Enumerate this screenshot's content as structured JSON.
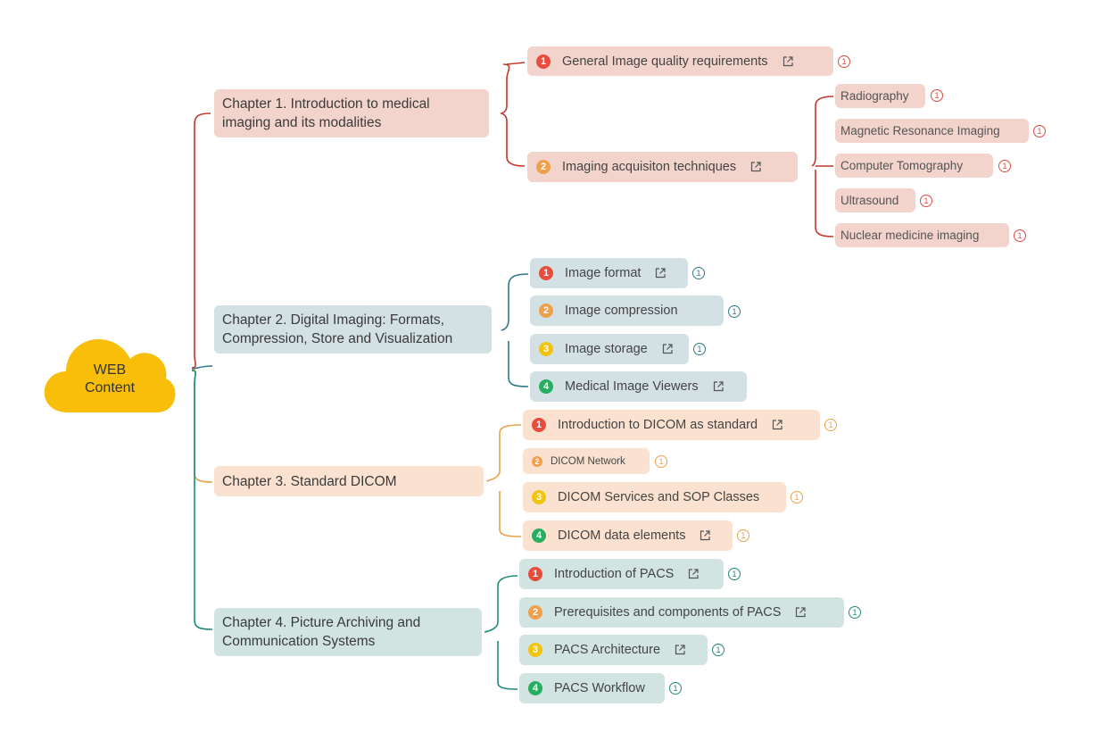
{
  "root": {
    "label_line1": "WEB",
    "label_line2": "Content",
    "color": "#f9be0a"
  },
  "colors": {
    "branch_red": "#c0392b",
    "branch_blue": "#2f7a8a",
    "branch_peach": "#e8a34a",
    "branch_teal": "#1f8a78",
    "badge_1": "#e74c3c",
    "badge_2": "#f0a04b",
    "badge_3": "#f1c40f",
    "badge_4": "#27ae60"
  },
  "chapters": [
    {
      "label": "Chapter 1. Introduction to medical imaging and its modalities",
      "topics": [
        {
          "num": "1",
          "label": "General Image quality requirements",
          "link": true,
          "info": "1"
        },
        {
          "num": "2",
          "label": "Imaging acquisiton techniques",
          "link": true,
          "info": "",
          "subs": [
            {
              "label": "Radiography",
              "info": "1"
            },
            {
              "label": "Magnetic Resonance Imaging",
              "info": "1"
            },
            {
              "label": "Computer Tomography",
              "info": "1"
            },
            {
              "label": "Ultrasound",
              "info": "1"
            },
            {
              "label": "Nuclear medicine imaging",
              "info": "1"
            }
          ]
        }
      ]
    },
    {
      "label": "Chapter 2. Digital Imaging: Formats, Compression, Store and Visualization",
      "topics": [
        {
          "num": "1",
          "label": "Image format",
          "link": true,
          "info": "1"
        },
        {
          "num": "2",
          "label": "Image compression",
          "link": false,
          "info": "1"
        },
        {
          "num": "3",
          "label": "Image storage",
          "link": true,
          "info": "1"
        },
        {
          "num": "4",
          "label": "Medical Image Viewers",
          "link": true,
          "info": ""
        }
      ]
    },
    {
      "label": "Chapter 3. Standard DICOM",
      "topics": [
        {
          "num": "1",
          "label": "Introduction to DICOM as standard",
          "link": true,
          "info": "1"
        },
        {
          "num": "2",
          "label": "DICOM Network",
          "link": false,
          "info": "1"
        },
        {
          "num": "3",
          "label": "DICOM Services and SOP Classes",
          "link": false,
          "info": "1"
        },
        {
          "num": "4",
          "label": "DICOM data elements",
          "link": true,
          "info": "1"
        }
      ]
    },
    {
      "label": "Chapter 4. Picture Archiving and Communication Systems",
      "topics": [
        {
          "num": "1",
          "label": "Introduction of PACS",
          "link": true,
          "info": "1"
        },
        {
          "num": "2",
          "label": "Prerequisites and components of PACS",
          "link": true,
          "info": "1"
        },
        {
          "num": "3",
          "label": "PACS Architecture",
          "link": true,
          "info": "1"
        },
        {
          "num": "4",
          "label": "PACS Workflow",
          "link": false,
          "info": "1"
        }
      ]
    }
  ]
}
